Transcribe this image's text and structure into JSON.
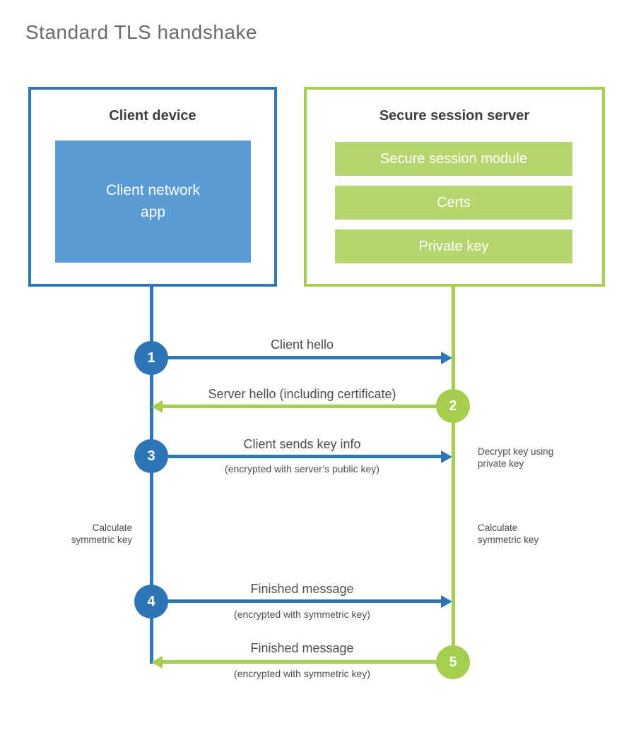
{
  "title": "Standard TLS handshake",
  "colors": {
    "blue": "#2e75b6",
    "blue-fill": "#5b9bd5",
    "green": "#a5ce4f",
    "green-fill": "#b5d56f",
    "heading": "#3d3d3d",
    "text": "#4d4d4d",
    "title-gray": "#6b6b6b"
  },
  "client": {
    "title": "Client device",
    "app_label": "Client network\napp"
  },
  "server": {
    "title": "Secure session server",
    "modules": [
      "Secure session module",
      "Certs",
      "Private key"
    ]
  },
  "steps": [
    {
      "num": "1",
      "label": "Client hello",
      "direction": "client-to-server"
    },
    {
      "num": "2",
      "label": "Server hello (including certificate)",
      "direction": "server-to-client"
    },
    {
      "num": "3",
      "label": "Client sends key info",
      "sub": "(encrypted with server’s public key)",
      "direction": "client-to-server"
    },
    {
      "num": "4",
      "label": "Finished message",
      "sub": "(encrypted with symmetric key)",
      "direction": "client-to-server"
    },
    {
      "num": "5",
      "label": "Finished message",
      "sub": "(encrypted with symmetric key)",
      "direction": "server-to-client"
    }
  ],
  "annotations": {
    "decrypt": "Decrypt key using\nprivate key",
    "calc_left": "Calculate\nsymmetric key",
    "calc_right": "Calculate\nsymmetric key"
  }
}
